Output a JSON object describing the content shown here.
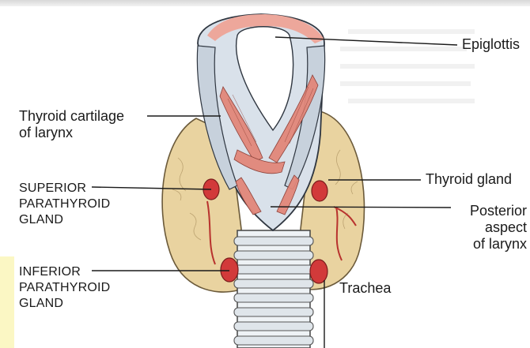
{
  "labels": {
    "epiglottis": "Epiglottis",
    "thyroid_cartilage": "Thyroid cartilage\nof larynx",
    "superior_parathyroid": "SUPERIOR\nPARATHYROID\nGLAND",
    "inferior_parathyroid": "INFERIOR\nPARATHYROID\nGLAND",
    "thyroid_gland": "Thyroid gland",
    "posterior_larynx": "Posterior\naspect\nof larynx",
    "trachea": "Trachea"
  },
  "colors": {
    "thyroid_tissue": "#e9d3a0",
    "cartilage": "#d9e1ea",
    "muscle": "#e2877a",
    "parathyroid": "#d23a3a",
    "vessel": "#b8322e",
    "leader": "#1a1a1a"
  }
}
